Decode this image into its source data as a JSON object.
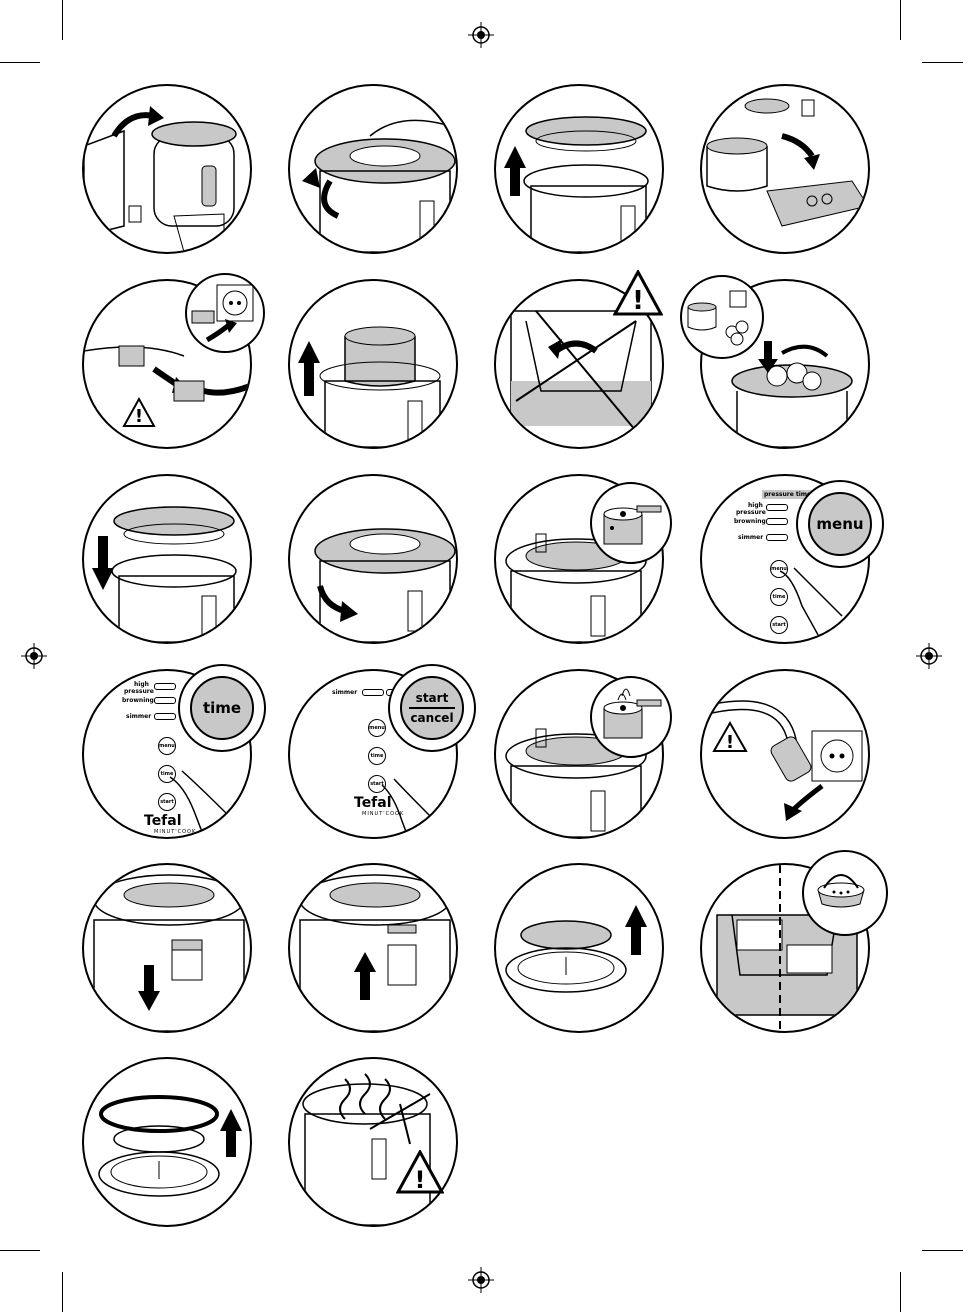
{
  "panel_labels": {
    "pressure_time": "pressure time",
    "high": "high",
    "pressure": "pressure",
    "browning": "browning",
    "simmer": "simmer",
    "menu": "menu",
    "time": "time",
    "start": "start",
    "cancel": "cancel"
  },
  "brand": {
    "name": "Tefal",
    "product": "MINUT'COOK"
  },
  "icons": {
    "warning": "warning-triangle-icon",
    "arrow": "arrow-icon"
  },
  "colors": {
    "line": "#000000",
    "fill": "#c8c8c8",
    "background": "#ffffff"
  }
}
